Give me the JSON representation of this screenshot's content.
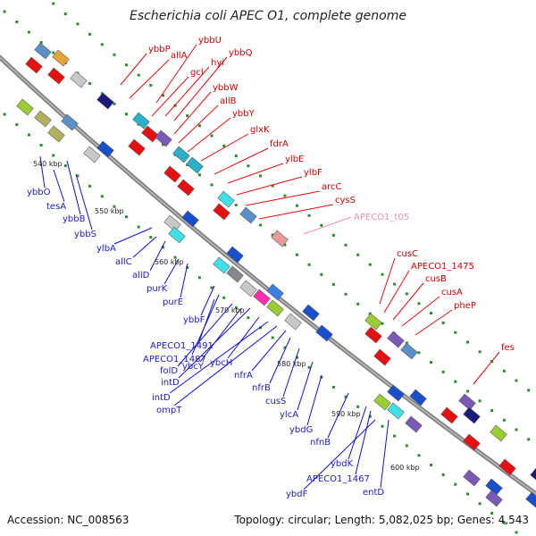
{
  "title": "Escherichia coli APEC O1, complete genome",
  "footer": {
    "accession": "Accession: NC_008563",
    "summary": "Topology: circular; Length: 5,082,025 bp; Genes: 4,543"
  },
  "ticks": [
    "540 kbp",
    "550 kbp",
    "560 kbp",
    "570 kbp",
    "580 kbp",
    "590 kbp",
    "600 kbp"
  ],
  "colors": {
    "forward_label": "#d40000",
    "reverse_label": "#1a1acc",
    "rna_label": "#f08fb0",
    "backbone": "#7f7f7f",
    "tick_mark": "#2e8b2e"
  },
  "forward_labels": [
    "ybbP",
    "allA",
    "ybbU",
    "gcl",
    "hyi",
    "ybbQ",
    "ybbW",
    "allB",
    "ybbY",
    "glxK",
    "fdrA",
    "ylbE",
    "ylbF",
    "arcC",
    "cysS",
    "cusC",
    "APECO1_1475",
    "cusB",
    "cusA",
    "pheP",
    "fes"
  ],
  "rna_labels": [
    "APECO1_t05"
  ],
  "reverse_labels": [
    "ybbO",
    "tesA",
    "ybbB",
    "ybbS",
    "ylbA",
    "allC",
    "allD",
    "purK",
    "purE",
    "ybbF",
    "APECO1_1491",
    "APECO1_1487",
    "folD",
    "ybcY",
    "intD",
    "ybcH",
    "intD",
    "ompT",
    "nfrA",
    "nfrB",
    "cusS",
    "ylcA",
    "ybdG",
    "nfnB",
    "ybdK",
    "APECO1_1467",
    "ybdF",
    "entD"
  ]
}
